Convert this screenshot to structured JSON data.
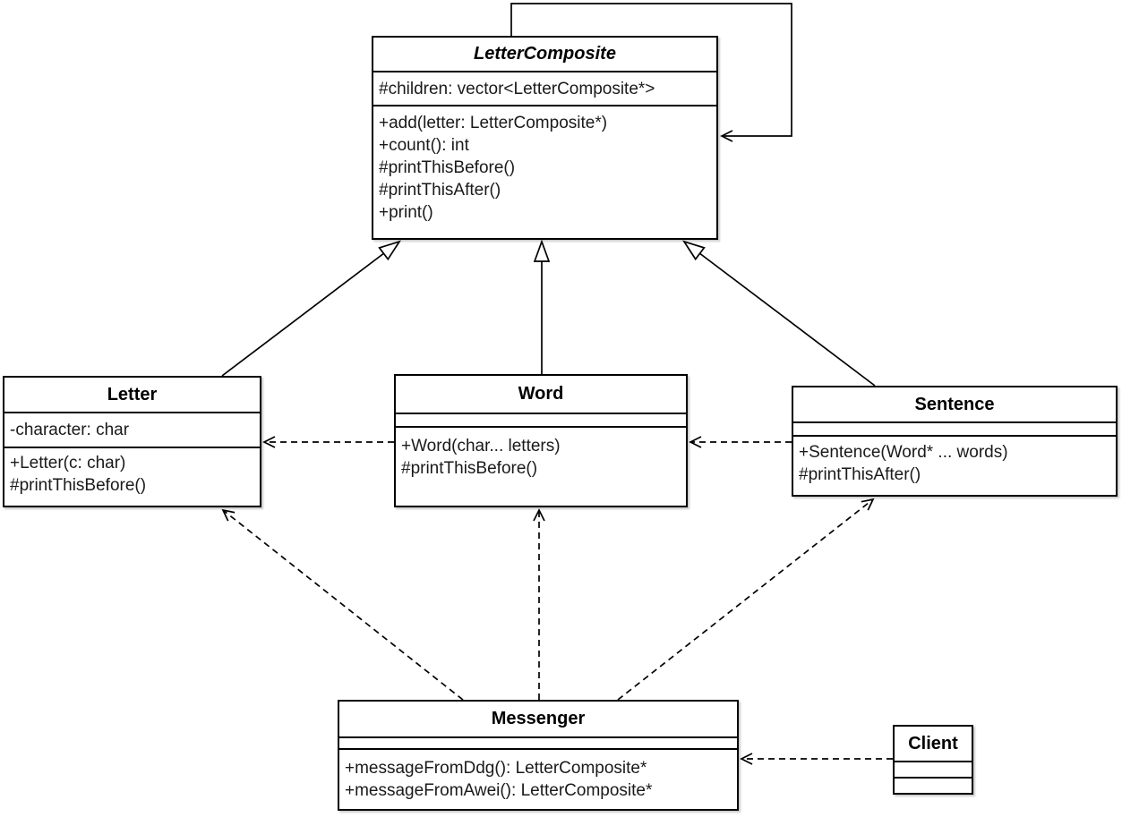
{
  "diagram": {
    "type": "uml-class-diagram",
    "pattern": "Composite"
  },
  "colors": {
    "background": "#ffffff",
    "stroke": "#000000",
    "text": "#1a1a1a"
  },
  "classes": {
    "letter_composite": {
      "name": "LetterComposite",
      "abstract": true,
      "attributes": [
        "#children: vector<LetterComposite*>"
      ],
      "methods": [
        "+add(letter: LetterComposite*)",
        "+count(): int",
        "#printThisBefore()",
        "#printThisAfter()",
        "+print()"
      ]
    },
    "letter": {
      "name": "Letter",
      "abstract": false,
      "attributes": [
        "-character: char"
      ],
      "methods": [
        "+Letter(c: char)",
        "#printThisBefore()"
      ]
    },
    "word": {
      "name": "Word",
      "abstract": false,
      "attributes": [],
      "methods": [
        "+Word(char... letters)",
        "#printThisBefore()"
      ]
    },
    "sentence": {
      "name": "Sentence",
      "abstract": false,
      "attributes": [],
      "methods": [
        "+Sentence(Word* ... words)",
        "#printThisAfter()"
      ]
    },
    "messenger": {
      "name": "Messenger",
      "abstract": false,
      "attributes": [],
      "methods": [
        "+messageFromDdg(): LetterComposite*",
        "+messageFromAwei(): LetterComposite*"
      ]
    },
    "client": {
      "name": "Client",
      "abstract": false,
      "attributes": [],
      "methods": []
    }
  },
  "relationships": [
    {
      "from": "Letter",
      "to": "LetterComposite",
      "type": "generalization"
    },
    {
      "from": "Word",
      "to": "LetterComposite",
      "type": "generalization"
    },
    {
      "from": "Sentence",
      "to": "LetterComposite",
      "type": "generalization"
    },
    {
      "from": "LetterComposite",
      "to": "LetterComposite",
      "type": "self-association"
    },
    {
      "from": "Word",
      "to": "Letter",
      "type": "dependency"
    },
    {
      "from": "Sentence",
      "to": "Word",
      "type": "dependency"
    },
    {
      "from": "Messenger",
      "to": "Letter",
      "type": "dependency"
    },
    {
      "from": "Messenger",
      "to": "Word",
      "type": "dependency"
    },
    {
      "from": "Messenger",
      "to": "Sentence",
      "type": "dependency"
    },
    {
      "from": "Client",
      "to": "Messenger",
      "type": "dependency"
    }
  ]
}
